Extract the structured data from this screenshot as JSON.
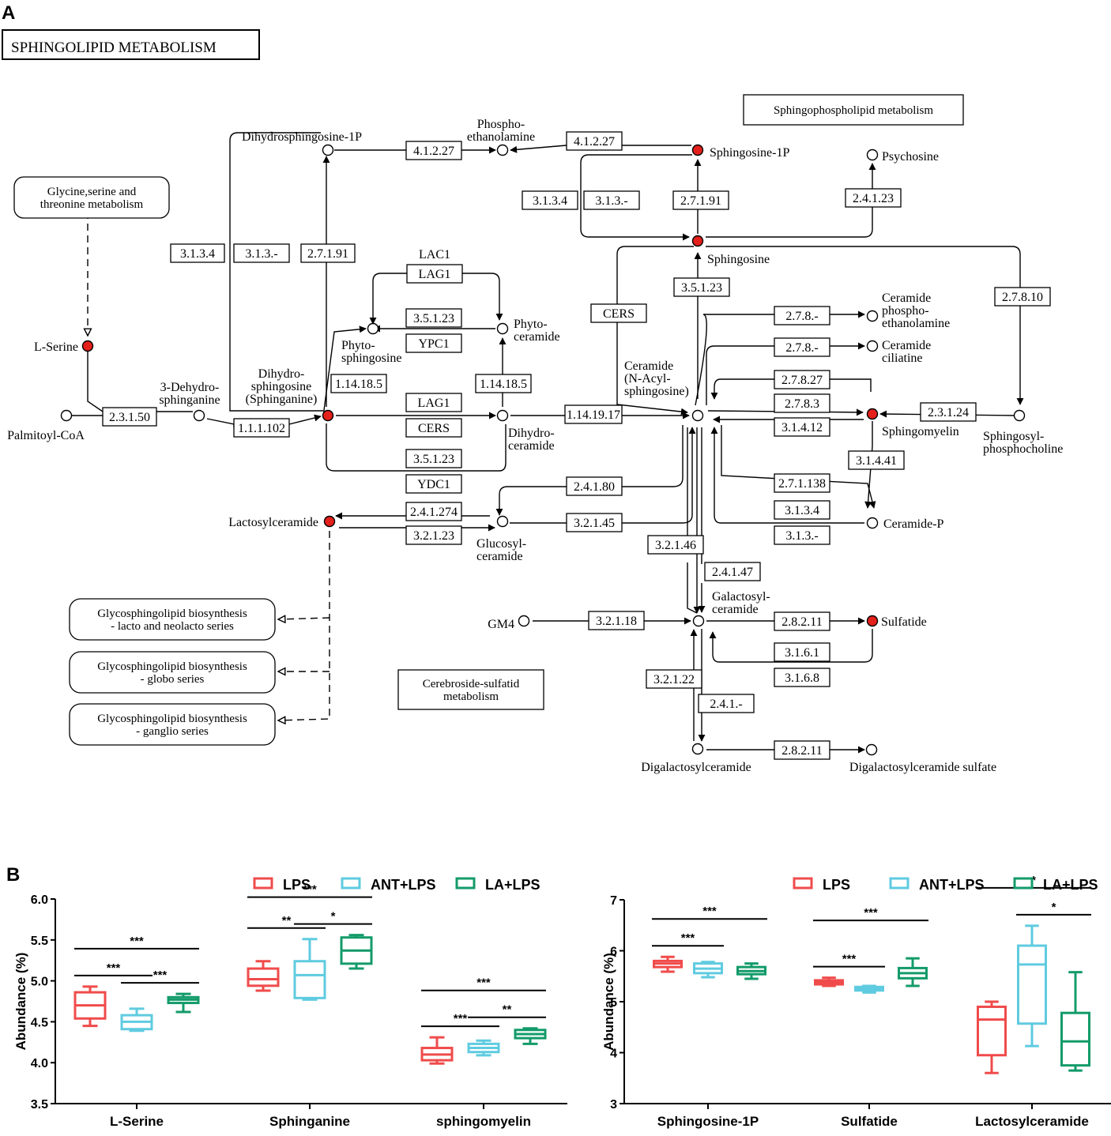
{
  "panel_a": {
    "letter": "A",
    "title": "SPHINGOLIPID METABOLISM",
    "maps": {
      "glycine": [
        "Glycine,serine and",
        "threonine metabolism"
      ],
      "sphingophospholipid": [
        "Sphingophospholipid metabolism"
      ],
      "cerebroside": [
        "Cerebroside-sulfatid",
        "metabolism"
      ],
      "lacto": [
        "Glycosphingolipid biosynthesis",
        "- lacto and neolacto series"
      ],
      "globo": [
        "Glycosphingolipid biosynthesis",
        "- globo series"
      ],
      "ganglio": [
        "Glycosphingolipid biosynthesis",
        "- ganglio series"
      ]
    },
    "compounds": {
      "palmitoyl_coa": [
        "Palmitoyl-CoA"
      ],
      "l_serine": [
        "L-Serine"
      ],
      "dehydrosphinganine": [
        "3-Dehydro-",
        "sphinganine"
      ],
      "dihydrosphinganine": [
        "Dihydro-",
        "sphingosine",
        "(Sphinganine)"
      ],
      "dihydrosphingosine_1p": [
        "Dihydrosphingosine-1P"
      ],
      "phosphoethanolamine": [
        "Phospho-",
        "ethanolamine"
      ],
      "sphingosine_1p": [
        "Sphingosine-1P"
      ],
      "psychosine": [
        "Psychosine"
      ],
      "sphingosine": [
        "Sphingosine"
      ],
      "phytosphingosine": [
        "Phyto-",
        "sphingosine"
      ],
      "phytoceramide": [
        "Phyto-",
        "ceramide"
      ],
      "dihydroceramide": [
        "Dihydro-",
        "ceramide"
      ],
      "ceramide": [
        "Ceramide",
        "(N-Acyl-",
        "sphingosine)"
      ],
      "cer_phosphoethanolamine": [
        "Ceramide",
        "phospho-",
        "ethanolamine"
      ],
      "cer_ciliatine": [
        "Ceramide",
        "ciliatine"
      ],
      "sphingomyelin": [
        "Sphingomyelin"
      ],
      "sphingosylphosphocholine": [
        "Sphingosyl-",
        "phosphocholine"
      ],
      "ceramide_p": [
        "Ceramide-P"
      ],
      "lactosylceramide": [
        "Lactosylceramide"
      ],
      "glucosylceramide": [
        "Glucosyl-",
        "ceramide"
      ],
      "galactosylceramide": [
        "Galactosyl-",
        "ceramide"
      ],
      "gm4": [
        "GM4"
      ],
      "sulfatide": [
        "Sulfatide"
      ],
      "digalactosylceramide": [
        "Digalactosylceramide"
      ],
      "digalactosylceramide_sulfate": [
        "Digalactosylceramide sulfate"
      ]
    },
    "highlight_color": "#e3201b",
    "enzymes": {
      "e_2_3_1_50": "2.3.1.50",
      "e_1_1_1_102": "1.1.1.102",
      "e_3_1_3_4_a": "3.1.3.4",
      "e_3_1_3_a": "3.1.3.-",
      "e_2_7_1_91_a": "2.7.1.91",
      "e_4_1_2_27_a": "4.1.2.27",
      "e_4_1_2_27_b": "4.1.2.27",
      "e_3_1_3_4_b": "3.1.3.4",
      "e_3_1_3_b": "3.1.3.-",
      "e_2_7_1_91_b": "2.7.1.91",
      "e_2_4_1_23": "2.4.1.23",
      "lac1": "LAC1",
      "e_lag1_a": "LAG1",
      "e_3_5_1_23_a": "3.5.1.23",
      "ypc1": "YPC1",
      "e_1_14_18_5_a": "1.14.18.5",
      "e_1_14_18_5_b": "1.14.18.5",
      "e_lag1_b": "LAG1",
      "e_cers_a": "CERS",
      "e_3_5_1_23_b": "3.5.1.23",
      "ydc1": "YDC1",
      "e_1_14_19_17": "1.14.19.17",
      "e_cers_b": "CERS",
      "e_3_5_1_23_c": "3.5.1.23",
      "e_2_7_8_10": "2.7.8.10",
      "e_2_7_8_a": "2.7.8.-",
      "e_2_7_8_b": "2.7.8.-",
      "e_2_7_8_27": "2.7.8.27",
      "e_2_7_8_3": "2.7.8.3",
      "e_3_1_4_12": "3.1.4.12",
      "e_2_3_1_24": "2.3.1.24",
      "e_3_1_4_41": "3.1.4.41",
      "e_2_7_1_138": "2.7.1.138",
      "e_3_1_3_4_c": "3.1.3.4",
      "e_3_1_3_c": "3.1.3.-",
      "e_2_4_1_80": "2.4.1.80",
      "e_2_4_1_274": "2.4.1.274",
      "e_3_2_1_23": "3.2.1.23",
      "e_3_2_1_45": "3.2.1.45",
      "e_3_2_1_46": "3.2.1.46",
      "e_2_4_1_47": "2.4.1.47",
      "e_3_2_1_18": "3.2.1.18",
      "e_2_8_2_11_a": "2.8.2.11",
      "e_3_1_6_1": "3.1.6.1",
      "e_3_1_6_8": "3.1.6.8",
      "e_3_2_1_22": "3.2.1.22",
      "e_2_4_1": "2.4.1.-",
      "e_2_8_2_11_b": "2.8.2.11"
    }
  },
  "panel_b": {
    "letter": "B",
    "legend": [
      "LPS",
      "ANT+LPS",
      "LA+LPS"
    ],
    "colors": [
      "#f04b4b",
      "#5fcbe0",
      "#139b6a"
    ],
    "chart_data": [
      {
        "type": "box",
        "ylabel": "Abundance (%)",
        "ylim": [
          3.5,
          6.0
        ],
        "yticks": [
          "3.5",
          "4.0",
          "4.5",
          "5.0",
          "5.5",
          "6.0"
        ],
        "categories": [
          "L-Serine",
          "Sphinganine",
          "sphingomyelin"
        ],
        "series": [
          {
            "name": "LPS",
            "boxes": [
              {
                "min": 4.45,
                "q1": 4.54,
                "median": 4.7,
                "q3": 4.86,
                "max": 4.93
              },
              {
                "min": 4.88,
                "q1": 4.94,
                "median": 5.02,
                "q3": 5.15,
                "max": 5.24
              },
              {
                "min": 3.99,
                "q1": 4.03,
                "median": 4.1,
                "q3": 4.18,
                "max": 4.31
              }
            ]
          },
          {
            "name": "ANT+LPS",
            "boxes": [
              {
                "min": 4.39,
                "q1": 4.41,
                "median": 4.5,
                "q3": 4.58,
                "max": 4.66
              },
              {
                "min": 4.77,
                "q1": 4.79,
                "median": 5.07,
                "q3": 5.24,
                "max": 5.51
              },
              {
                "min": 4.09,
                "q1": 4.13,
                "median": 4.18,
                "q3": 4.23,
                "max": 4.27
              }
            ]
          },
          {
            "name": "LA+LPS",
            "boxes": [
              {
                "min": 4.62,
                "q1": 4.73,
                "median": 4.77,
                "q3": 4.8,
                "max": 4.84
              },
              {
                "min": 5.15,
                "q1": 5.21,
                "median": 5.37,
                "q3": 5.53,
                "max": 5.56
              },
              {
                "min": 4.23,
                "q1": 4.3,
                "median": 4.35,
                "q3": 4.4,
                "max": 4.42
              }
            ]
          }
        ],
        "significance": [
          {
            "category": 0,
            "pairs": [
              {
                "from": 0,
                "to": 1,
                "label": "***",
                "level": 0
              },
              {
                "from": 1,
                "to": 2,
                "label": "***",
                "level": 0
              },
              {
                "from": 0,
                "to": 2,
                "label": "***",
                "level": 1
              }
            ]
          },
          {
            "category": 1,
            "pairs": [
              {
                "from": 0,
                "to": 1,
                "label": "**",
                "level": 0
              },
              {
                "from": 1,
                "to": 2,
                "label": "*",
                "level": 0
              },
              {
                "from": 0,
                "to": 2,
                "label": "***",
                "level": 1
              }
            ]
          },
          {
            "category": 2,
            "pairs": [
              {
                "from": 0,
                "to": 1,
                "label": "***",
                "level": 0
              },
              {
                "from": 1,
                "to": 2,
                "label": "**",
                "level": 0
              },
              {
                "from": 0,
                "to": 2,
                "label": "***",
                "level": 1
              }
            ]
          }
        ]
      },
      {
        "type": "box",
        "ylabel": "Abundance (%)",
        "ylim": [
          3,
          7
        ],
        "yticks": [
          "3",
          "4",
          "5",
          "6",
          "7"
        ],
        "categories": [
          "Sphingosine-1P",
          "Sulfatide",
          "Lactosylceramide"
        ],
        "series": [
          {
            "name": "LPS",
            "boxes": [
              {
                "min": 5.59,
                "q1": 5.68,
                "median": 5.75,
                "q3": 5.8,
                "max": 5.88
              },
              {
                "min": 5.31,
                "q1": 5.34,
                "median": 5.38,
                "q3": 5.42,
                "max": 5.47
              },
              {
                "min": 3.6,
                "q1": 3.95,
                "median": 4.65,
                "q3": 4.9,
                "max": 5.0
              }
            ]
          },
          {
            "name": "ANT+LPS",
            "boxes": [
              {
                "min": 5.48,
                "q1": 5.56,
                "median": 5.65,
                "q3": 5.75,
                "max": 5.78
              },
              {
                "min": 5.18,
                "q1": 5.22,
                "median": 5.25,
                "q3": 5.29,
                "max": 5.31
              },
              {
                "min": 4.13,
                "q1": 4.57,
                "median": 5.73,
                "q3": 6.1,
                "max": 6.49
              }
            ]
          },
          {
            "name": "LA+LPS",
            "boxes": [
              {
                "min": 5.45,
                "q1": 5.54,
                "median": 5.6,
                "q3": 5.68,
                "max": 5.75
              },
              {
                "min": 5.31,
                "q1": 5.46,
                "median": 5.56,
                "q3": 5.66,
                "max": 5.85
              },
              {
                "min": 3.65,
                "q1": 3.75,
                "median": 4.22,
                "q3": 4.78,
                "max": 5.58
              }
            ]
          }
        ],
        "significance": [
          {
            "category": 0,
            "pairs": [
              {
                "from": 0,
                "to": 1,
                "label": "***",
                "level": 0
              },
              {
                "from": 0,
                "to": 2,
                "label": "***",
                "level": 1
              }
            ]
          },
          {
            "category": 1,
            "pairs": [
              {
                "from": 0,
                "to": 1,
                "label": "***",
                "level": 0
              },
              {
                "from": 0,
                "to": 2,
                "label": "***",
                "level": 1
              }
            ]
          },
          {
            "category": 2,
            "pairs": [
              {
                "from": 1,
                "to": 2,
                "label": "*",
                "level": 0
              },
              {
                "from": 0,
                "to": 2,
                "label": "*",
                "level": 1
              }
            ]
          }
        ]
      }
    ]
  }
}
